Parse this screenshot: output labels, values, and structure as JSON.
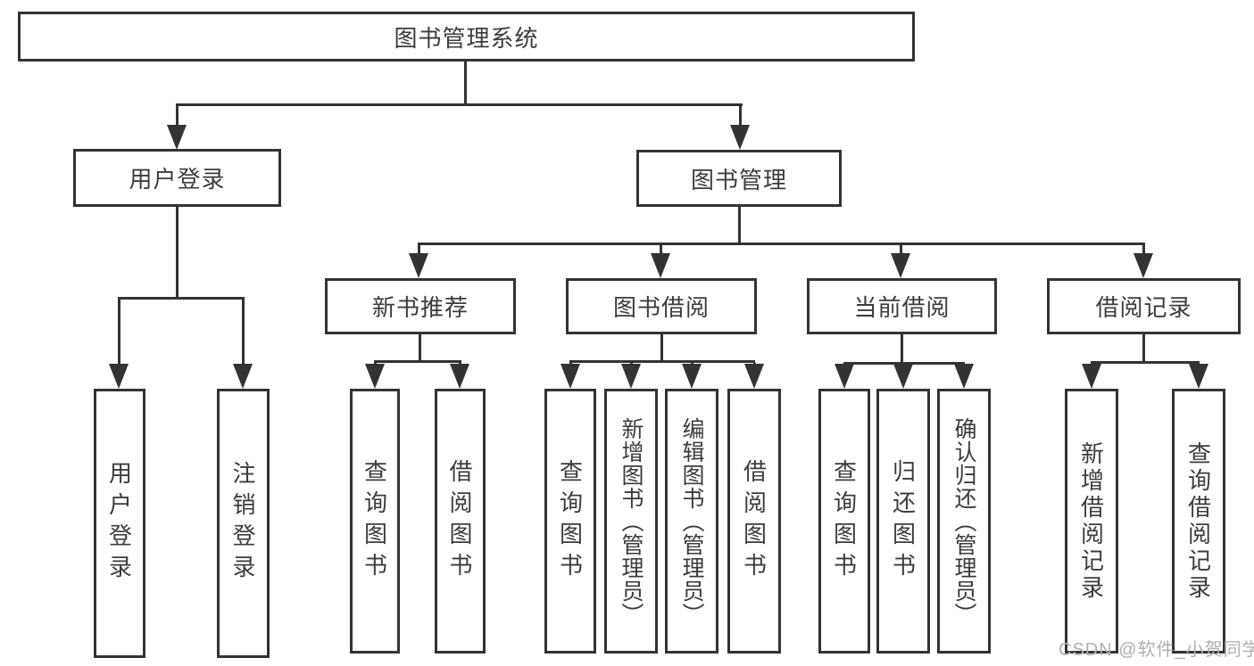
{
  "colors": {
    "line": "#333333",
    "text": "#3c3c3c",
    "watermark": "#b0b0b0",
    "background": "#ffffff"
  },
  "watermark": {
    "text": "CSDN @软件_小贺同学"
  },
  "tree": {
    "root": {
      "label": "图书管理系统",
      "children": [
        {
          "label": "用户登录",
          "children": [
            {
              "label": "用户登录"
            },
            {
              "label": "注销登录"
            }
          ]
        },
        {
          "label": "图书管理",
          "children": [
            {
              "label": "新书推荐",
              "children": [
                {
                  "label": "查询图书"
                },
                {
                  "label": "借阅图书"
                }
              ]
            },
            {
              "label": "图书借阅",
              "children": [
                {
                  "label": "查询图书"
                },
                {
                  "label": "新增图书（管理员）"
                },
                {
                  "label": "编辑图书（管理员）"
                },
                {
                  "label": "借阅图书"
                }
              ]
            },
            {
              "label": "当前借阅",
              "children": [
                {
                  "label": "查询图书"
                },
                {
                  "label": "归还图书"
                },
                {
                  "label": "确认归还（管理员）"
                }
              ]
            },
            {
              "label": "借阅记录",
              "children": [
                {
                  "label": "新增借阅记录"
                },
                {
                  "label": "查询借阅记录"
                }
              ]
            }
          ]
        }
      ]
    }
  }
}
